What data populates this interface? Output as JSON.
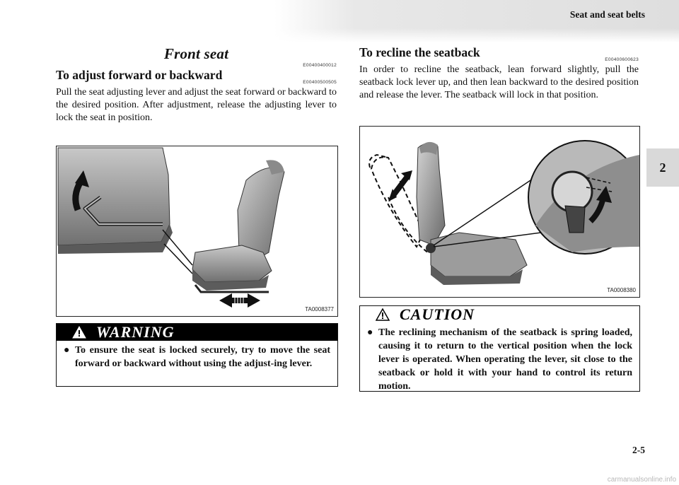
{
  "header": {
    "running_head": "Seat and seat belts",
    "chapter_tab": "2",
    "page_number": "2-5",
    "watermark": "carmanualsonline.info"
  },
  "left": {
    "section_title": "Front seat",
    "section_code": "E00400400012",
    "subheading": "To adjust forward or backward",
    "subheading_code": "E00400500505",
    "body": "Pull the seat adjusting lever and adjust the seat forward or backward to the desired position. After adjustment, release the adjusting lever to lock the seat in position.",
    "figure_code": "TA0008377",
    "warning": {
      "title": "WARNING",
      "text": "To ensure the seat is locked securely, try to move the seat forward or backward without using the adjust-ing lever."
    }
  },
  "right": {
    "subheading": "To recline the seatback",
    "subheading_code": "E00400600623",
    "body": "In order to recline the seatback, lean forward slightly, pull the seatback lock lever up, and then lean backward to the desired position and release the lever. The seatback will lock in that position.",
    "figure_code": "TA0008380",
    "caution": {
      "title": "CAUTION",
      "text": "The reclining mechanism of the seatback is spring loaded, causing it to return to the vertical position when the lock lever is operated. When operating the lever, sit close to the seatback or hold it with your hand to control its return motion."
    }
  },
  "icons": {
    "alert": "warning-triangle-icon",
    "direction_arrows": "double-arrow-icon"
  }
}
